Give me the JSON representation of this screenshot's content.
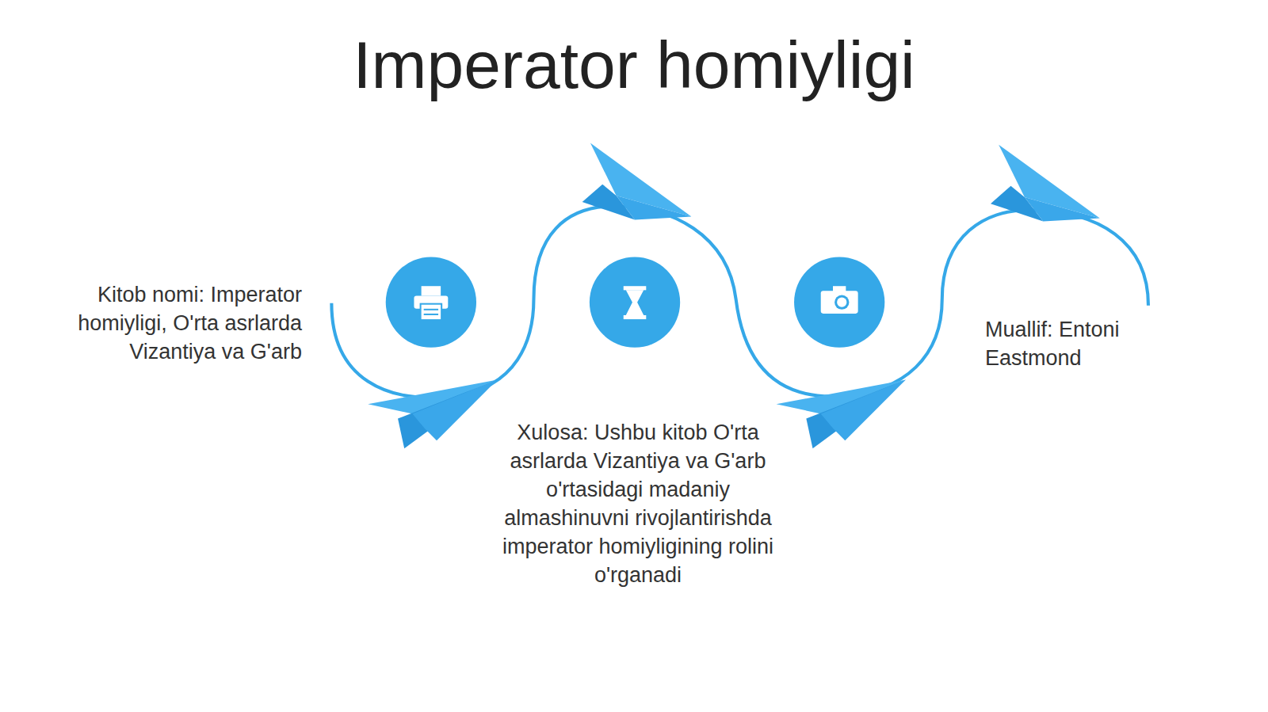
{
  "diagram": {
    "title": "Imperator homiyligi",
    "labels": [
      "Kitob nomi: Imperator homiyligi, O'rta asrlarda Vizantiya va G'arb",
      "Xulosa: Ushbu kitob O'rta asrlarda Vizantiya va G'arb o'rtasidagi madaniy almashinuvni rivojlantirishda imperator homiyligining rolini o'rganadi",
      "Muallif: Entoni Eastmond"
    ]
  }
}
